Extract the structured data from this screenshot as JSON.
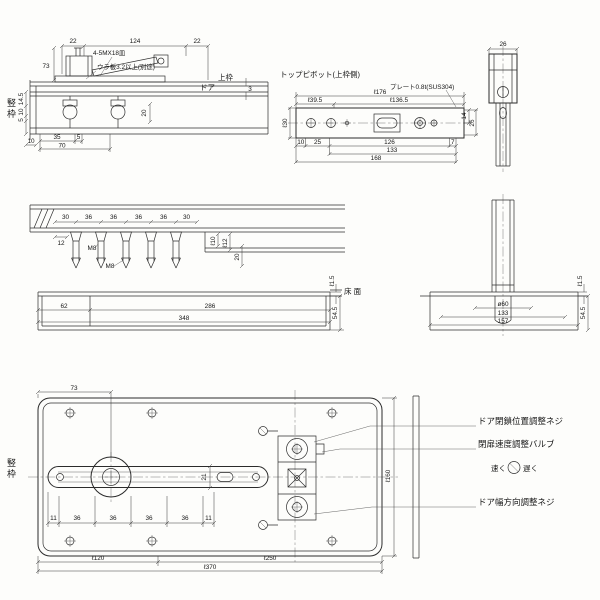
{
  "colors": {
    "ink": "#2b2b2b",
    "paper": "#fdfdfb"
  },
  "top_left": {
    "frame_vertical": "竪枠",
    "dim_22a": "22",
    "dim_124": "124",
    "dim_22b": "22",
    "dim_73": "73",
    "note_screws": "4-5MX18皿",
    "note_backplate": "ウラ板3.2以上(別途)",
    "label_top_frame": "上枠",
    "label_door": "ドア",
    "dim_3": "3",
    "dim_14_5": "14.5",
    "dim_10a": "10",
    "dim_5a": "5",
    "dim_20": "20",
    "dim_35": "35",
    "dim_5b": "5",
    "dim_70": "70",
    "dim_10b": "10"
  },
  "top_pivot": {
    "title": "トップピボット(上枠側)",
    "note_plate": "プレート0.8t(SUS304)",
    "dim_l176": "ℓ176",
    "dim_l136_5": "ℓ136.5",
    "dim_l39_5": "ℓ39.5",
    "dim_l30": "ℓ30",
    "dim_14": "14",
    "dim_26": "26",
    "dim_10": "10",
    "dim_25": "25",
    "dim_126": "126",
    "dim_7": "7",
    "dim_133": "133",
    "dim_168": "168"
  },
  "pivot_side": {
    "dim_26": "26"
  },
  "rail_section": {
    "spacing": [
      "30",
      "36",
      "36",
      "36",
      "36",
      "30"
    ],
    "dim_12": "12",
    "m8_a": "M8",
    "m8_b": "M8",
    "dim_l10": "ℓ10",
    "dim_l12": "ℓ12",
    "dim_20": "20",
    "dim_62": "62",
    "dim_286": "286",
    "dim_348": "348",
    "dim_l1_5": "ℓ1.5",
    "dim_54_5": "54.5",
    "label_floor": "床 面"
  },
  "shoe_section": {
    "dim_dia60": "ø60",
    "dim_133": "133",
    "dim_157": "157",
    "dim_l1_5": "ℓ1.5",
    "dim_54_5": "54.5"
  },
  "plan": {
    "frame_vertical": "竪枠",
    "dim_73": "73",
    "dim_l160": "ℓ160",
    "dim_21": "21",
    "spacing": [
      "11",
      "36",
      "36",
      "36",
      "36",
      "11"
    ],
    "dim_l120": "ℓ120",
    "dim_l370": "ℓ370",
    "dim_l250": "ℓ250",
    "label_close_pos": "ドア閉鎖位置調整ネジ",
    "label_speed_valve": "閉扉速度調整バルブ",
    "label_fast": "速く",
    "label_slow": "遅く",
    "label_width_adj": "ドア幅方向調整ネジ"
  }
}
